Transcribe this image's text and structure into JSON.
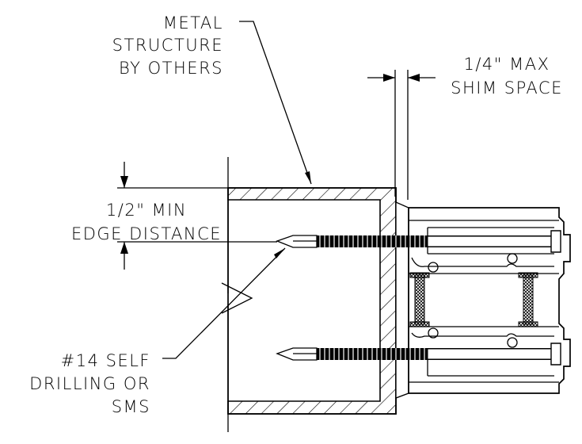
{
  "labels": {
    "metal_structure": [
      "METAL",
      "STRUCTURE",
      "BY OTHERS"
    ],
    "shim": [
      "1/4\" MAX",
      "SHIM SPACE"
    ],
    "edge": [
      "1/2\" MIN",
      "EDGE DISTANCE"
    ],
    "screw": [
      "#14 SELF",
      "DRILLING OR",
      "SMS"
    ]
  },
  "colors": {
    "line": "#000000",
    "background": "#ffffff"
  }
}
